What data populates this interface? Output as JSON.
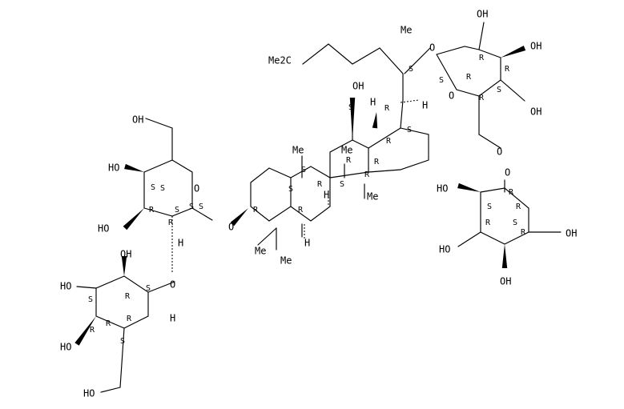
{
  "molecule": {
    "atom_labels": [
      "Me2C",
      "Me",
      "O",
      "OH",
      "OH",
      "O",
      "OH",
      "O",
      "O",
      "HO",
      "OH",
      "HO",
      "OH",
      "HO",
      "O",
      "OH",
      "HO",
      "O",
      "H",
      "HO",
      "OH",
      "O",
      "HO",
      "HO",
      "H",
      "Me",
      "Me",
      "Me",
      "H",
      "H",
      "Me",
      "Me",
      "H",
      "OH",
      "H"
    ],
    "stereo_labels": [
      "S",
      "R",
      "R",
      "R",
      "S",
      "S",
      "R",
      "R",
      "S",
      "R",
      "R",
      "S",
      "R",
      "S",
      "S",
      "R",
      "R",
      "S",
      "R",
      "S",
      "S",
      "R",
      "S",
      "S",
      "R",
      "S",
      "R",
      "R",
      "R",
      "R",
      "S",
      "R",
      "S",
      "S",
      "R",
      "R",
      "S",
      "S",
      "R",
      "R"
    ]
  }
}
